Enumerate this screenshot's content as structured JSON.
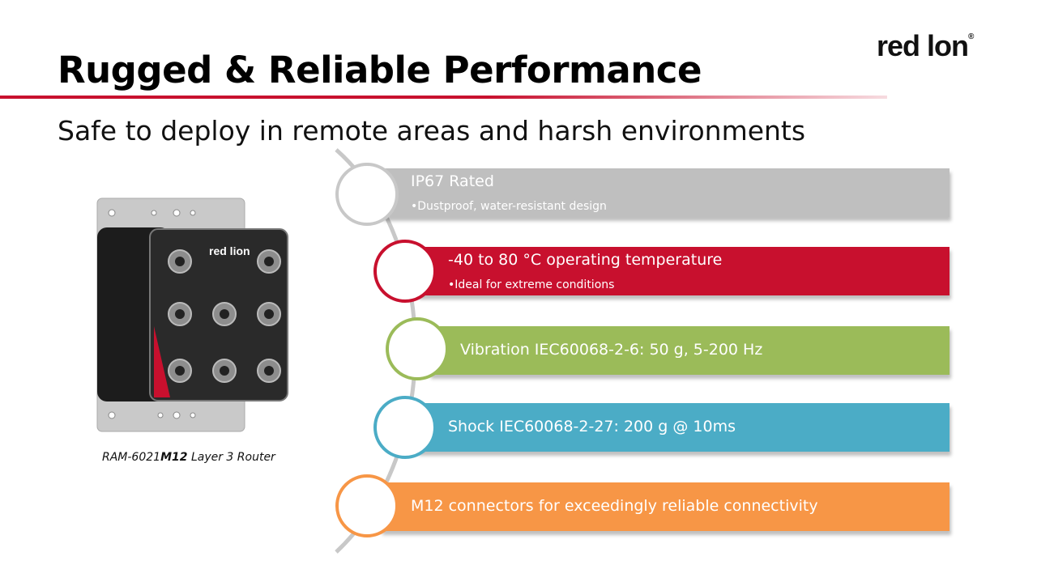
{
  "title": "Rugged & Reliable Performance",
  "subtitle": "Safe to deploy in remote areas and harsh environments",
  "logo": {
    "text_a": "red l",
    "text_b": "on",
    "registered": "®"
  },
  "product": {
    "caption_pre": "RAM-6021",
    "caption_bold": "M12",
    "caption_post": " Layer 3 Router"
  },
  "features": [
    {
      "heading": "IP67 Rated",
      "sub": "•Dustproof, water-resistant design",
      "color": "#bfbfbf"
    },
    {
      "heading": "-40 to 80 °C operating temperature",
      "sub": "•Ideal for extreme conditions",
      "color": "#c8102e"
    },
    {
      "heading": "Vibration IEC60068-2-6:  50 g, 5-200 Hz",
      "color": "#9bbb59"
    },
    {
      "heading": "Shock IEC60068-2-27: 200 g @ 10ms",
      "color": "#4bacc6"
    },
    {
      "heading": "M12 connectors for exceedingly reliable connectivity",
      "color": "#f79646"
    }
  ]
}
